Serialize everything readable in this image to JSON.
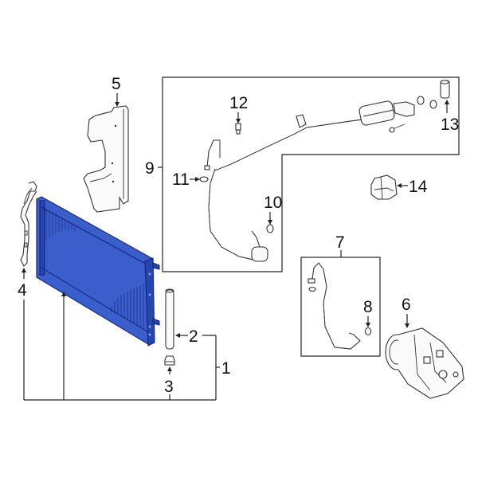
{
  "diagram": {
    "title": "A/C Condenser and related components exploded view",
    "highlight_color": "#3a5fcd",
    "highlighted_part": "condenser",
    "callouts": [
      {
        "id": "1",
        "label": "1",
        "part": "condenser-assembly"
      },
      {
        "id": "2",
        "label": "2",
        "part": "receiver-drier"
      },
      {
        "id": "3",
        "label": "3",
        "part": "drier-plug"
      },
      {
        "id": "4",
        "label": "4",
        "part": "condenser-bracket"
      },
      {
        "id": "5",
        "label": "5",
        "part": "air-deflector"
      },
      {
        "id": "6",
        "label": "6",
        "part": "ac-compressor"
      },
      {
        "id": "7",
        "label": "7",
        "part": "discharge-hose"
      },
      {
        "id": "8",
        "label": "8",
        "part": "o-ring"
      },
      {
        "id": "9",
        "label": "9",
        "part": "suction-line-assembly"
      },
      {
        "id": "10",
        "label": "10",
        "part": "o-ring"
      },
      {
        "id": "11",
        "label": "11",
        "part": "o-ring"
      },
      {
        "id": "12",
        "label": "12",
        "part": "pressure-switch"
      },
      {
        "id": "13",
        "label": "13",
        "part": "service-valve-cap"
      },
      {
        "id": "14",
        "label": "14",
        "part": "insulator"
      }
    ]
  }
}
